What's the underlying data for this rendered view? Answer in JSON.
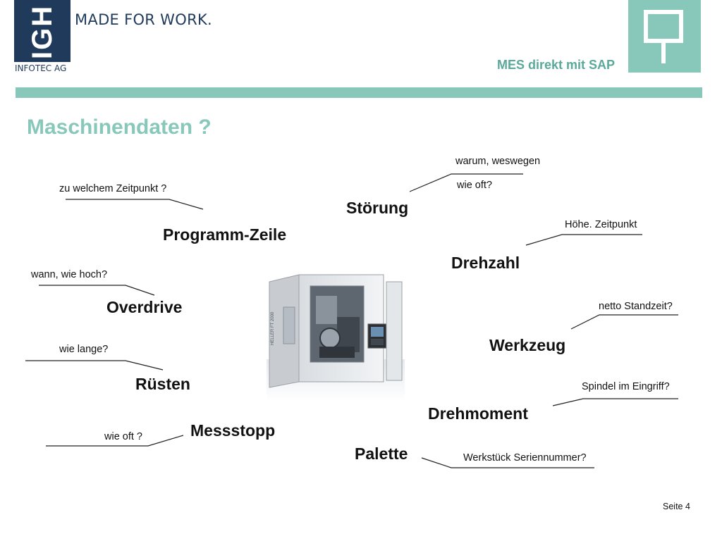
{
  "header": {
    "logo_text": "IGH",
    "claim": "MADE FOR WORK.",
    "company": "INFOTEC AG",
    "subtitle": "MES direkt mit SAP"
  },
  "slide": {
    "title": "Maschinendaten ?",
    "page_number": "Seite 4"
  },
  "terms": {
    "stoerung": "Störung",
    "programm_zeile": "Programm-Zeile",
    "drehzahl": "Drehzahl",
    "overdrive": "Overdrive",
    "werkzeug": "Werkzeug",
    "ruesten": "Rüsten",
    "drehmoment": "Drehmoment",
    "messstopp": "Messstopp",
    "palette": "Palette"
  },
  "annotations": {
    "warum": "warum, weswegen",
    "wie_oft_1": "wie oft?",
    "zeitpunkt": "zu welchem Zeitpunkt ?",
    "hoehe": "Höhe. Zeitpunkt",
    "wann": "wann, wie hoch?",
    "netto": "netto Standzeit?",
    "wie_lange": "wie lange?",
    "spindel": "Spindel im Eingriff?",
    "wie_oft_2": "wie oft ?",
    "werkstueck": "Werkstück Seriennummer?"
  },
  "machine": {
    "panel_text": "HELLER FT 2000"
  },
  "colors": {
    "brand_navy": "#1f3a5b",
    "brand_teal": "#88c8ba",
    "subtitle_teal": "#5aa99b"
  }
}
